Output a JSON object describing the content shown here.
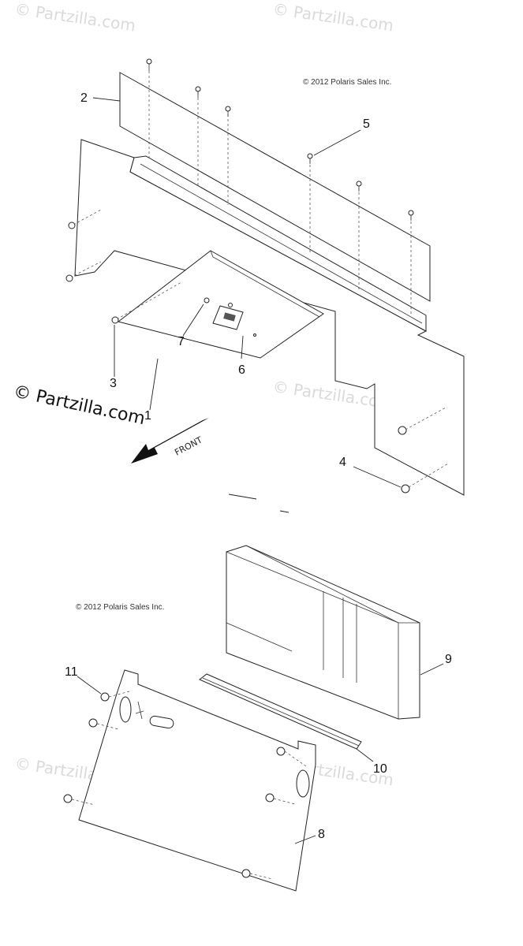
{
  "watermarks": {
    "tl": "© Partzilla.com",
    "tr": "© Partzilla.com",
    "mid": "© Partzilla.com",
    "bl": "© Partzilla.com",
    "br": "© Partzilla.com"
  },
  "brand_watermark": "© Partzilla.com",
  "copyright_top": "© 2012 Polaris Sales Inc.",
  "copyright_bottom": "© 2012 Polaris Sales Inc.",
  "front_label": "FRONT",
  "callouts": {
    "c1": "1",
    "c2": "2",
    "c3": "3",
    "c4": "4",
    "c5": "5",
    "c6": "6",
    "c7": "7",
    "c8": "8",
    "c9": "9",
    "c10": "10",
    "c11": "11"
  }
}
